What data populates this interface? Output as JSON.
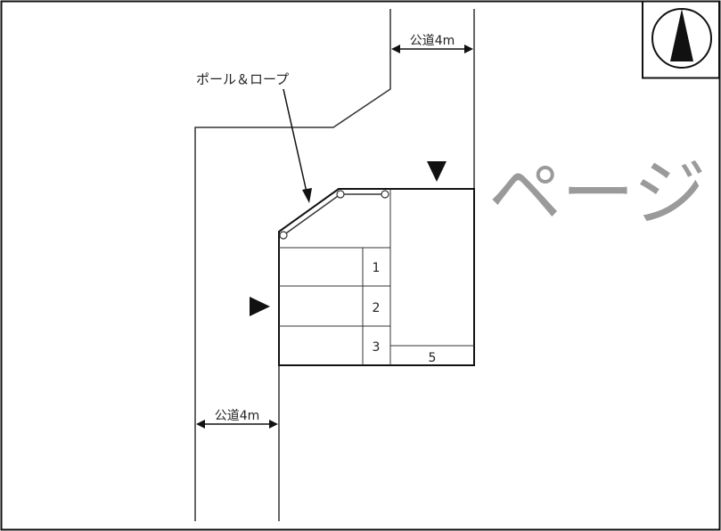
{
  "labels": {
    "road_top": "公道4m",
    "road_left": "公道4m",
    "pole_rope": "ポール＆ロープ",
    "watermark": "ページ"
  },
  "spaces": [
    {
      "id": "1",
      "label": "1"
    },
    {
      "id": "2",
      "label": "2"
    },
    {
      "id": "3",
      "label": "3"
    },
    {
      "id": "5",
      "label": "5"
    }
  ],
  "icons": {
    "compass": "north-arrow-icon",
    "entrance_top": "entrance-arrow-down-icon",
    "entrance_left": "entrance-arrow-right-icon"
  },
  "colors": {
    "line": "#111111",
    "watermark": "#9a9a9a"
  }
}
